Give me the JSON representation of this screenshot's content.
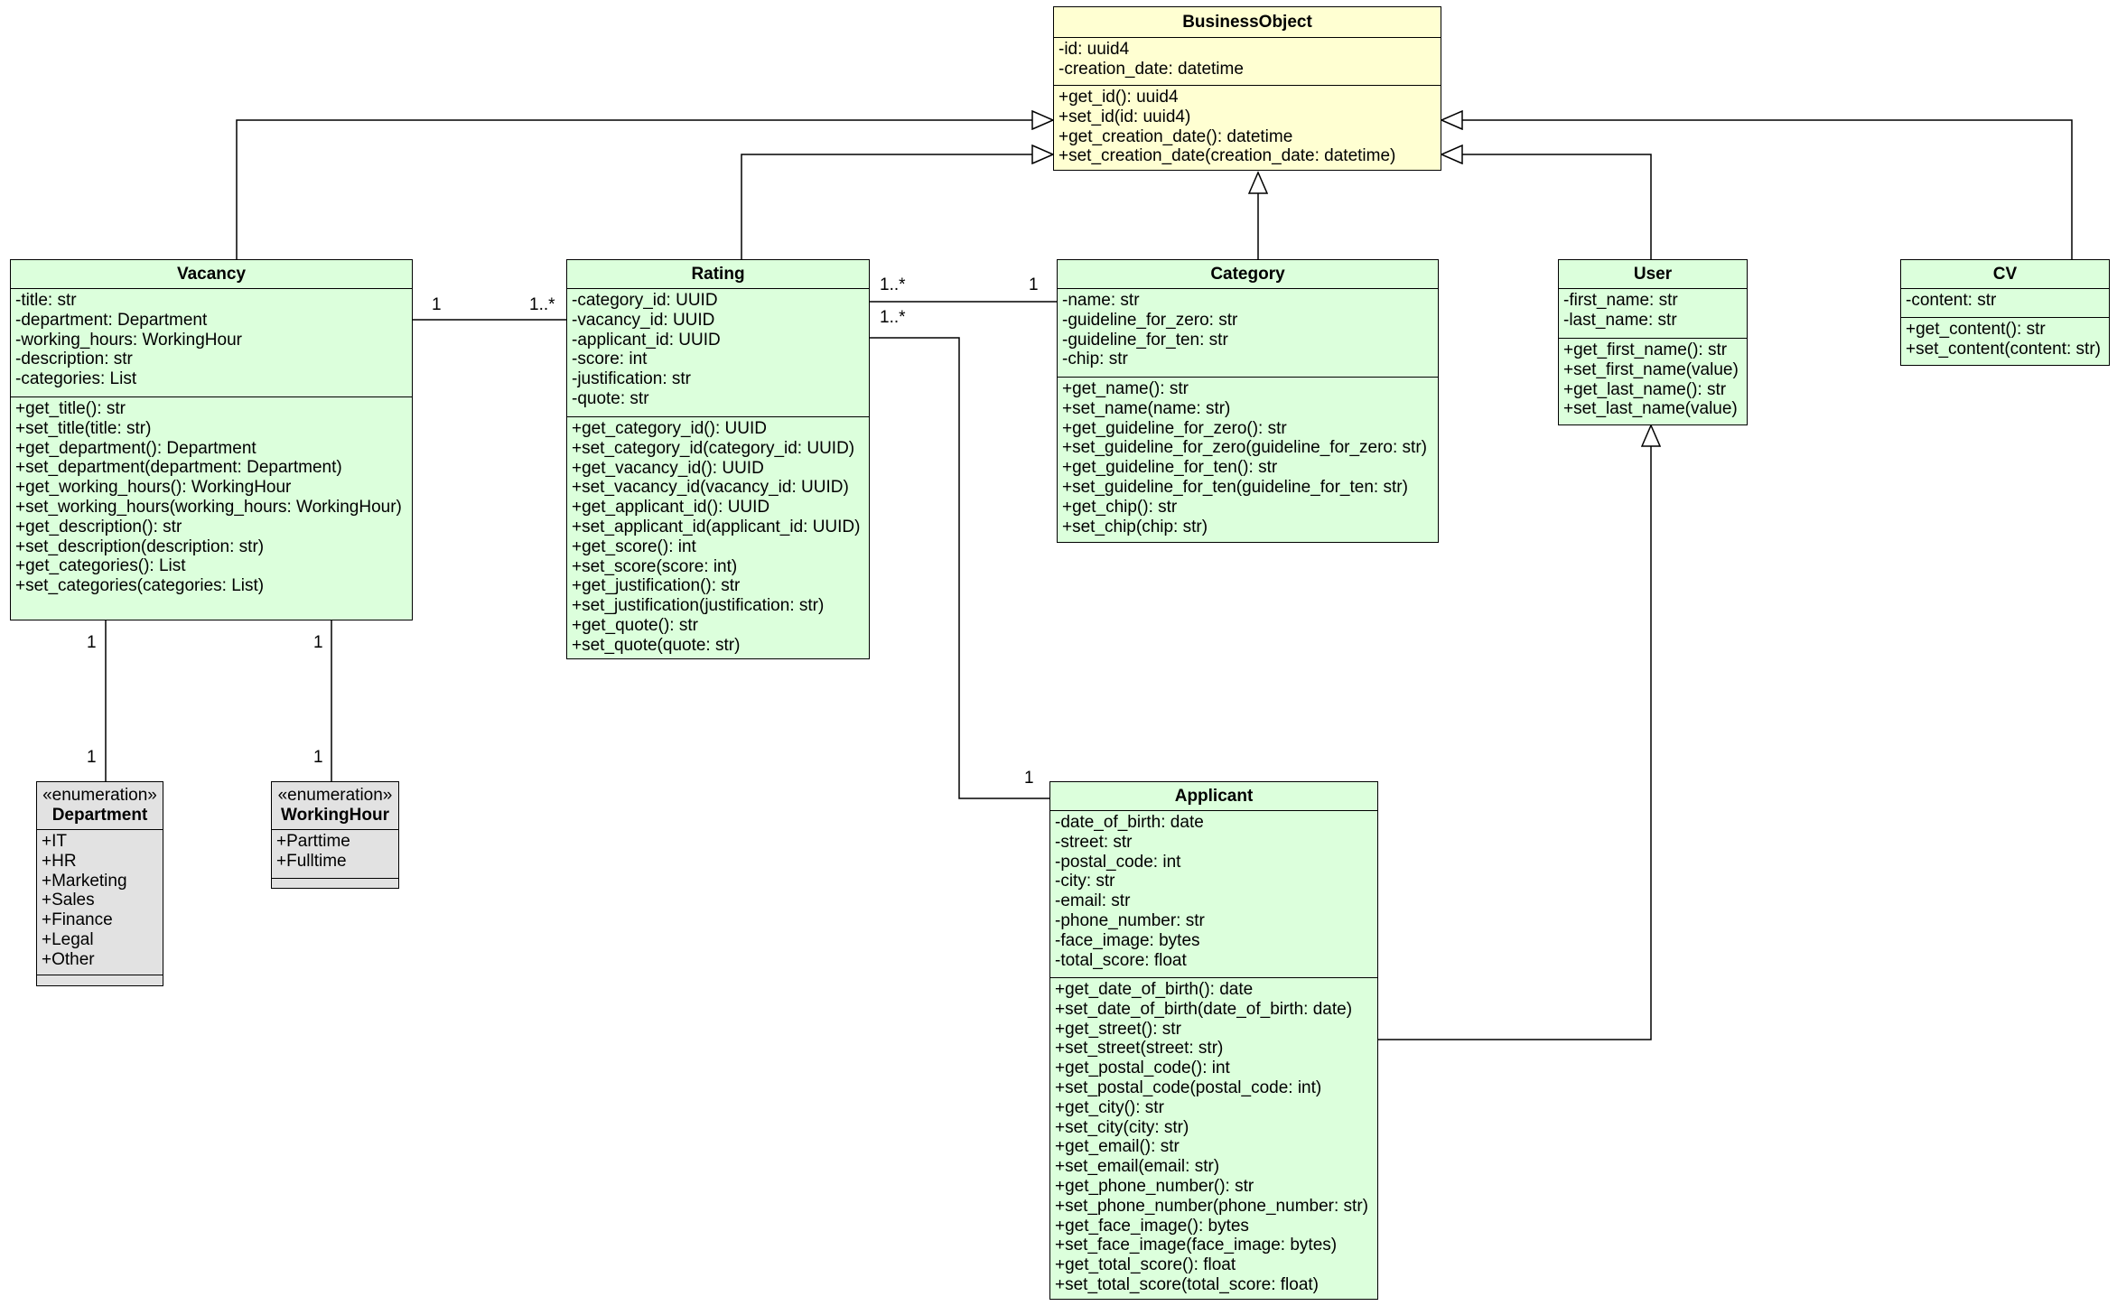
{
  "classes": {
    "business_object": {
      "name": "BusinessObject",
      "attributes": [
        "-id: uuid4",
        "-creation_date: datetime"
      ],
      "methods": [
        "+get_id(): uuid4",
        "+set_id(id: uuid4)",
        "+get_creation_date(): datetime",
        "+set_creation_date(creation_date: datetime)"
      ]
    },
    "vacancy": {
      "name": "Vacancy",
      "attributes": [
        "-title: str",
        "-department: Department",
        "-working_hours: WorkingHour",
        "-description: str",
        "-categories: List"
      ],
      "methods": [
        "+get_title(): str",
        "+set_title(title: str)",
        "+get_department(): Department",
        "+set_department(department: Department)",
        "+get_working_hours(): WorkingHour",
        "+set_working_hours(working_hours: WorkingHour)",
        "+get_description(): str",
        "+set_description(description: str)",
        "+get_categories(): List",
        "+set_categories(categories: List)"
      ]
    },
    "rating": {
      "name": "Rating",
      "attributes": [
        "-category_id: UUID",
        "-vacancy_id: UUID",
        "-applicant_id: UUID",
        "-score: int",
        "-justification: str",
        "-quote: str"
      ],
      "methods": [
        "+get_category_id(): UUID",
        "+set_category_id(category_id: UUID)",
        "+get_vacancy_id(): UUID",
        "+set_vacancy_id(vacancy_id: UUID)",
        "+get_applicant_id(): UUID",
        "+set_applicant_id(applicant_id: UUID)",
        "+get_score(): int",
        "+set_score(score: int)",
        "+get_justification(): str",
        "+set_justification(justification: str)",
        "+get_quote(): str",
        "+set_quote(quote: str)"
      ]
    },
    "category": {
      "name": "Category",
      "attributes": [
        "-name: str",
        "-guideline_for_zero: str",
        "-guideline_for_ten: str",
        "-chip: str"
      ],
      "methods": [
        "+get_name(): str",
        "+set_name(name: str)",
        "+get_guideline_for_zero(): str",
        "+set_guideline_for_zero(guideline_for_zero: str)",
        "+get_guideline_for_ten(): str",
        "+set_guideline_for_ten(guideline_for_ten: str)",
        "+get_chip(): str",
        "+set_chip(chip: str)"
      ]
    },
    "user": {
      "name": "User",
      "attributes": [
        "-first_name: str",
        "-last_name: str"
      ],
      "methods": [
        "+get_first_name(): str",
        "+set_first_name(value)",
        "+get_last_name(): str",
        "+set_last_name(value)"
      ]
    },
    "cv": {
      "name": "CV",
      "attributes": [
        "-content: str"
      ],
      "methods": [
        "+get_content(): str",
        "+set_content(content: str)"
      ]
    },
    "department": {
      "stereotype": "«enumeration»",
      "name": "Department",
      "values": [
        "+IT",
        "+HR",
        "+Marketing",
        "+Sales",
        "+Finance",
        "+Legal",
        "+Other"
      ]
    },
    "working_hour": {
      "stereotype": "«enumeration»",
      "name": "WorkingHour",
      "values": [
        "+Parttime",
        "+Fulltime"
      ]
    },
    "applicant": {
      "name": "Applicant",
      "attributes": [
        "-date_of_birth: date",
        "-street: str",
        "-postal_code: int",
        "-city: str",
        "-email: str",
        "-phone_number: str",
        "-face_image: bytes",
        "-total_score: float"
      ],
      "methods": [
        "+get_date_of_birth(): date",
        "+set_date_of_birth(date_of_birth: date)",
        "+get_street(): str",
        "+set_street(street: str)",
        "+get_postal_code(): int",
        "+set_postal_code(postal_code: int)",
        "+get_city(): str",
        "+set_city(city: str)",
        "+get_email(): str",
        "+set_email(email: str)",
        "+get_phone_number(): str",
        "+set_phone_number(phone_number: str)",
        "+get_face_image(): bytes",
        "+set_face_image(face_image: bytes)",
        "+get_total_score(): float",
        "+set_total_score(total_score: float)"
      ]
    }
  },
  "multiplicities": {
    "vacancy_rating_vacancy_end": "1",
    "vacancy_rating_rating_end": "1..*",
    "rating_category_rating_end": "1..*",
    "rating_category_category_end": "1",
    "rating_applicant_rating_end": "1..*",
    "rating_applicant_applicant_end": "1",
    "vacancy_department_vacancy_end": "1",
    "vacancy_department_department_end": "1",
    "vacancy_workinghour_vacancy_end": "1",
    "vacancy_workinghour_workinghour_end": "1"
  }
}
